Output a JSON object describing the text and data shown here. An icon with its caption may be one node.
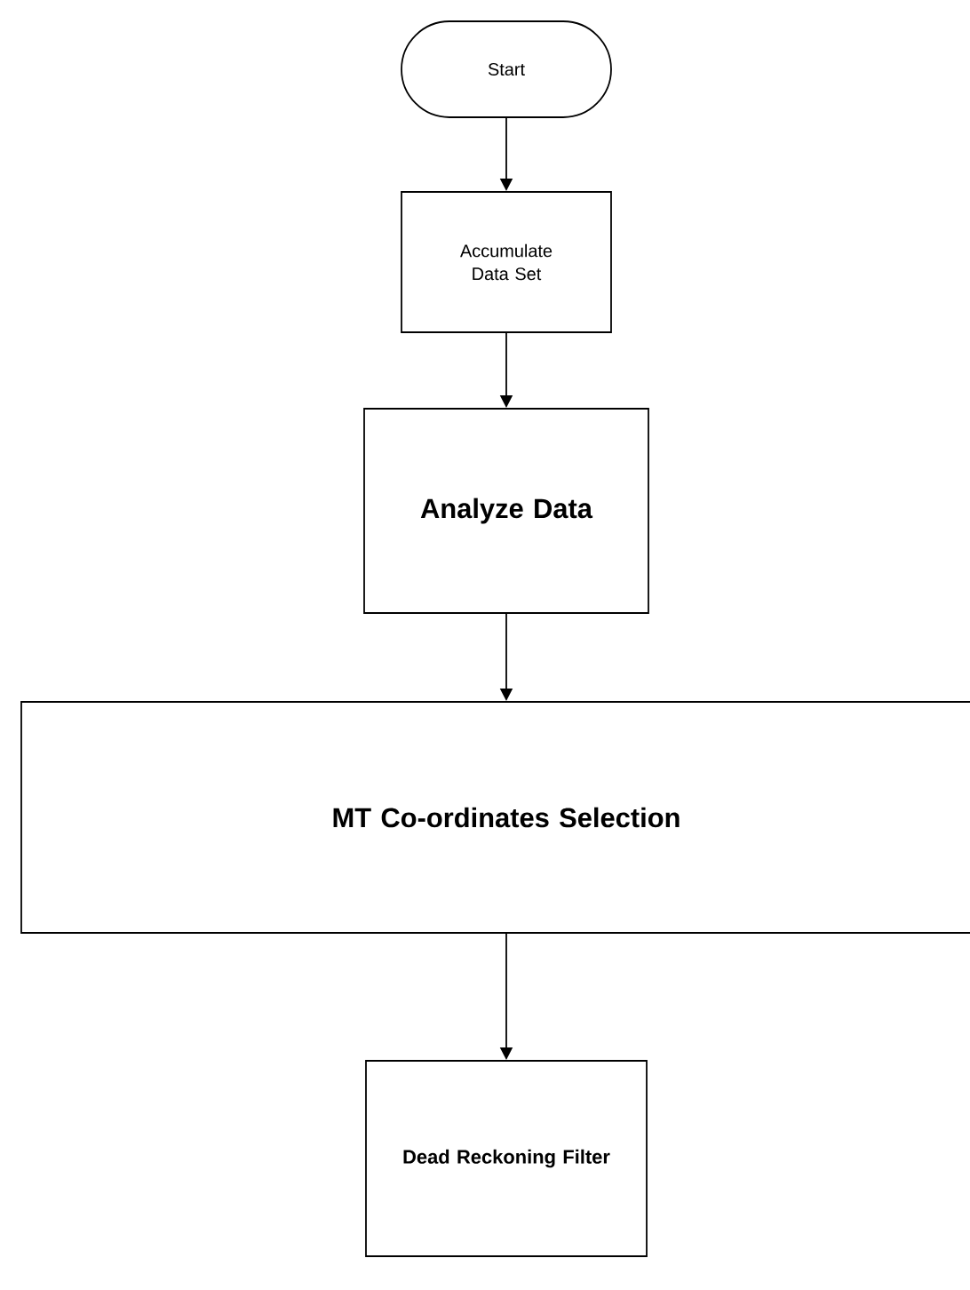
{
  "diagram": {
    "nodes": [
      {
        "text": [
          "Start"
        ]
      },
      {
        "text": [
          "Accumulate Data Set"
        ]
      },
      {
        "text": [
          "Analyze Data"
        ]
      },
      {
        "text": [
          "MT Co-ordinates Selection"
        ]
      },
      {
        "text": [
          "Dead Reckoning Filter"
        ]
      }
    ],
    "edges": [
      {
        "from": 0,
        "to": 1,
        "arrow": "to"
      },
      {
        "from": 1,
        "to": 2,
        "arrow": "to"
      },
      {
        "from": 2,
        "to": 3,
        "arrow": "to"
      },
      {
        "from": 3,
        "to": 4,
        "arrow": "to"
      }
    ]
  }
}
